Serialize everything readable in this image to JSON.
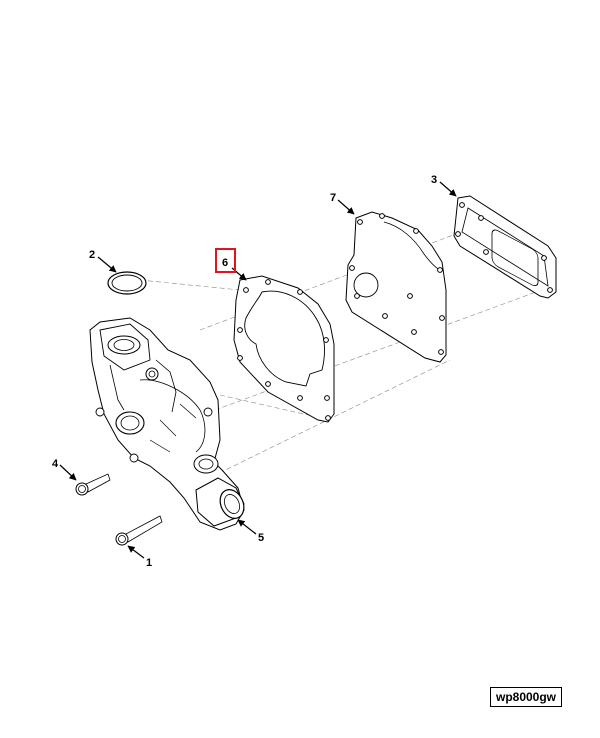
{
  "callouts": {
    "c1": "1",
    "c2": "2",
    "c3": "3",
    "c4": "4",
    "c5": "5",
    "c6": "6",
    "c7": "7"
  },
  "highlighted_callout": "6",
  "highlight_color": "#e0141e",
  "reference_code": "wp8000gw"
}
